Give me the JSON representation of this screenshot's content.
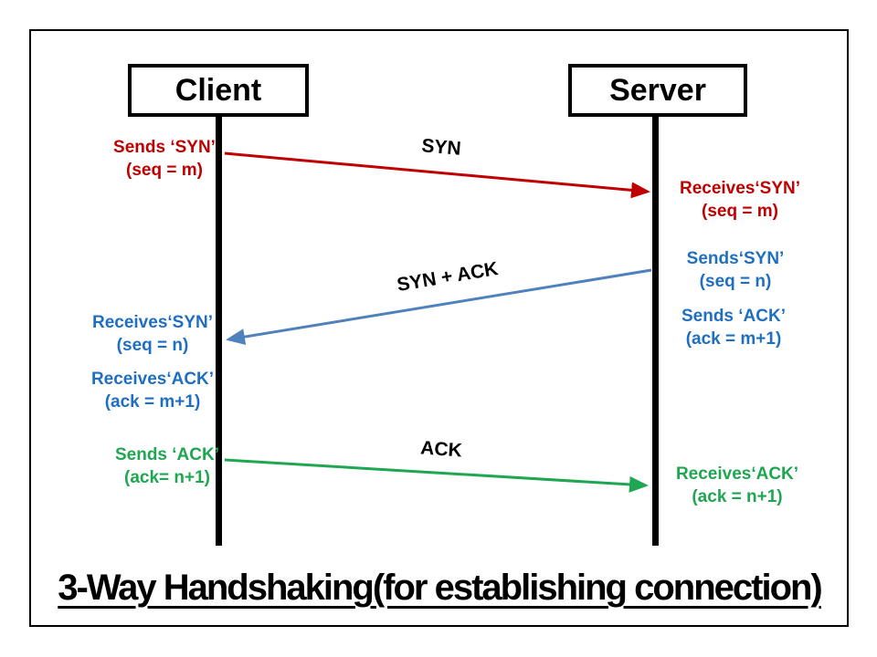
{
  "title": "3-Way Handshaking(for establishing connection)",
  "actors": {
    "client": "Client",
    "server": "Server"
  },
  "arrow_labels": {
    "syn": "SYN",
    "syn_ack": "SYN + ACK",
    "ack": "ACK"
  },
  "annotations": {
    "client_send_syn": {
      "line1": "Sends ‘SYN’",
      "line2": "(seq = m)"
    },
    "server_recv_syn": {
      "line1": "Receives‘SYN’",
      "line2": "(seq = m)"
    },
    "server_send_syn": {
      "line1": "Sends‘SYN’",
      "line2": "(seq = n)"
    },
    "server_send_ack": {
      "line1": "Sends ‘ACK’",
      "line2": "(ack = m+1)"
    },
    "client_recv_syn": {
      "line1": "Receives‘SYN’",
      "line2": "(seq = n)"
    },
    "client_recv_ack": {
      "line1": "Receives‘ACK’",
      "line2": "(ack = m+1)"
    },
    "client_send_ack": {
      "line1": "Sends ‘ACK’",
      "line2": "(ack= n+1)"
    },
    "server_recv_ack": {
      "line1": "Receives‘ACK’",
      "line2": "(ack = n+1)"
    }
  },
  "colors": {
    "red": "#C00000",
    "blue_arrow": "#4F81BD",
    "blue_text": "#1F6FC0",
    "green": "#1FA650",
    "black": "#000000"
  }
}
